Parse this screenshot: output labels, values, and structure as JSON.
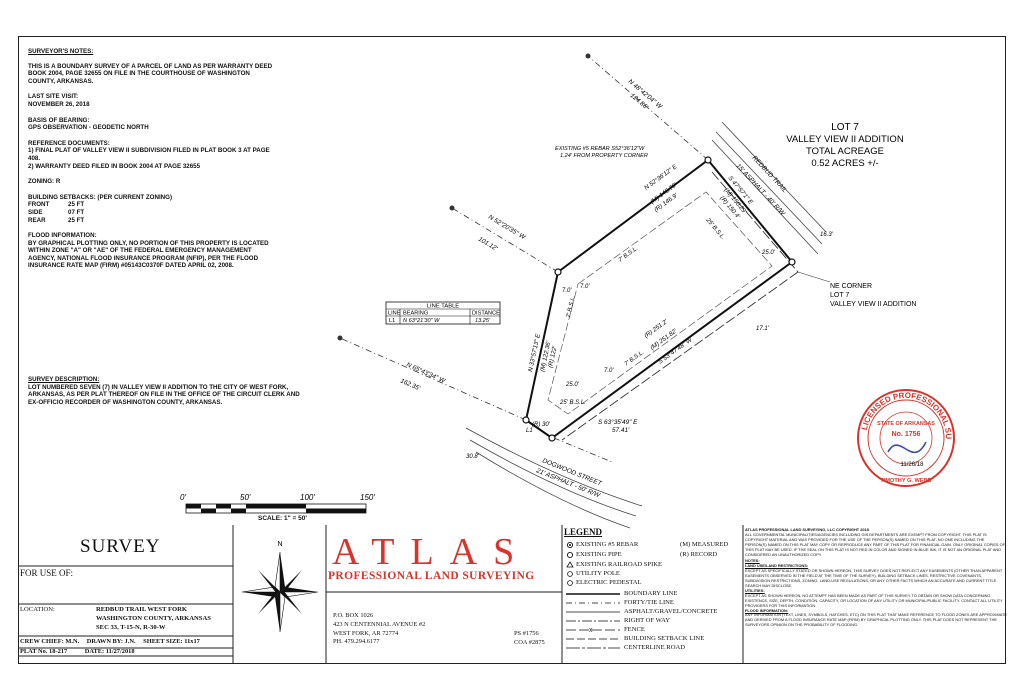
{
  "notes": {
    "header": "SURVEYOR'S NOTES:",
    "intro": "THIS IS A BOUNDARY SURVEY OF A PARCEL OF LAND AS PER WARRANTY DEED BOOK 2004, PAGE 32655 ON FILE IN THE COURTHOUSE OF WASHINGTON COUNTY, ARKANSAS.",
    "last_visit_label": "LAST SITE VISIT:",
    "last_visit_date": "NOVEMBER 26, 2018",
    "bearing_label": "BASIS OF BEARING:",
    "bearing_value": "GPS OBSERVATION - GEODETIC NORTH",
    "refs_label": "REFERENCE DOCUMENTS:",
    "ref1": "1) FINAL PLAT OF VALLEY VIEW II SUBDIVISION FILED IN PLAT BOOK 3 AT PAGE 408.",
    "ref2": "2) WARRANTY DEED FILED IN BOOK 2004 AT PAGE 32655",
    "zoning": "ZONING: R",
    "setbacks_label": "BUILDING SETBACKS: (PER CURRENT ZONING)",
    "setbacks": [
      {
        "k": "FRONT",
        "v": "25 FT"
      },
      {
        "k": "SIDE",
        "v": "07 FT"
      },
      {
        "k": "REAR",
        "v": "25 FT"
      }
    ],
    "flood_label": "FLOOD INFORMATION:",
    "flood_text": "BY GRAPHICAL PLOTTING ONLY, NO PORTION OF THIS PROPERTY IS LOCATED WITHIN ZONE \"A\" OR \"AE\" OF THE FEDERAL EMERGENCY MANAGEMENT AGENCY, NATIONAL FLOOD INSURANCE PROGRAM (NFIP), PER THE FLOOD INSURANCE RATE MAP (FIRM) #05143C0370F DATED APRIL 02, 2008.",
    "desc_label": "SURVEY DESCRIPTION:",
    "desc_text": "LOT NUMBERED SEVEN (7) IN VALLEY VIEW II ADDITION TO THE CITY OF WEST FORK, ARKANSAS, AS PER PLAT THEREOF ON FILE IN THE OFFICE OF THE CIRCUIT CLERK AND EX-OFFICIO RECORDER OF WASHINGTON COUNTY, ARKANSAS."
  },
  "plan": {
    "lot_title": "LOT 7",
    "lot_sub": "VALLEY VIEW II ADDITION",
    "lot_acreage_label": "TOTAL ACREAGE",
    "lot_acreage": "0.52 ACRES +/-",
    "rebar_note_1": "EXISTING #5 REBAR S52°36'12\"W",
    "rebar_note_2": "1.24' FROM PROPERTY CORNER",
    "top_bearing": "N 48°42'04\" W",
    "top_dist": "124.86'",
    "nw_bearing": "N 52°20'35\" W",
    "nw_dist": "101.12'",
    "sw_bearing": "N 65°43'34\" W",
    "sw_dist": "162.35'",
    "north_edge": "N 52°36'12\" E",
    "north_m": "(M) 146.70'",
    "north_r": "(R) 146.9'",
    "east_edge": "S 47°57'1\" E",
    "east_m": "(M) 150.29'",
    "east_r": "(R) 150.4'",
    "south_edge": "S 53°47'48\" W",
    "south_r": "(R) 251.2'",
    "south_m": "(M) 251.82'",
    "west_edge": "N 33°57'13\" E",
    "west_m": "(M) 122.36'",
    "west_r": "(R) 122'",
    "bsl": "25' B.S.L.",
    "bsl7": "7' B.S.L.",
    "d25": "25.0'",
    "d7": "7.0'",
    "d163": "16.3'",
    "d171": "17.1'",
    "d308": "30.8'",
    "road_redbud": "REDBUD TRAIL",
    "road_redbud_sub": "15' ASPHALT - 40' R/W",
    "road_dogwood": "DOGWOOD STREET",
    "road_dogwood_sub": "21' ASPHALT - 50' R/W",
    "ne_corner_1": "NE CORNER",
    "ne_corner_2": "LOT 7",
    "ne_corner_3": "VALLEY VIEW II ADDITION",
    "se_bearing": "S 63°35'49\" E",
    "se_dist": "57.41'",
    "curve_r": "(R) 30'",
    "curve_l": "L1",
    "line_table_title": "LINE TABLE",
    "line_table_headers": [
      "LINE",
      "BEARING",
      "DISTANCE"
    ],
    "line_table_row": [
      "L1",
      "N 63°21'30\" W",
      "13.25'"
    ],
    "scale_ticks": [
      "0'",
      "50'",
      "100'",
      "150'"
    ],
    "scale_label": "SCALE: 1\" = 50'",
    "seal_line1": "LICENSED PROFESSIONAL SURVEYOR",
    "seal_state": "STATE OF ARKANSAS",
    "seal_no": "No. 1756",
    "seal_date": "11/26/18",
    "seal_name": "TIMOTHY G. WEBB",
    "north_letter": "N"
  },
  "title_block": {
    "survey": "SURVEY",
    "for_use": "FOR USE OF:",
    "location_label": "LOCATION:",
    "location_lines": [
      "REDBUD TRAIL WEST FORK",
      "WASHINGTON COUNTY, ARKANSAS",
      "SEC 33, T-15-N, R-30-W"
    ],
    "crew_chief": "CREW CHIEF: M.N.",
    "drawn_by": "DRAWN BY: J.N.",
    "sheet_size": "SHEET SIZE: 11x17",
    "plat_no": "PLAT No. 18-217",
    "date": "DATE: 11/27/2018",
    "company": "ATLAS",
    "company_sub": "PROFESSIONAL LAND SURVEYING",
    "address": [
      "P.O. BOX 1026",
      "423 N CENTENNIAL AVENUE #2",
      "WEST FORK, AR 72774",
      "PH. 479.294.6177"
    ],
    "ps": "PS   #1756",
    "coa": "COA  #2875"
  },
  "legend": {
    "title": "LEGEND",
    "items": [
      "EXISTING #5 REBAR",
      "EXISTING PIPE",
      "EXISTING RAILROAD SPIKE",
      "UTILITY POLE",
      "ELECTRIC PEDESTAL"
    ],
    "measured": "(M) MEASURED",
    "record": "(R) RECORD",
    "lines": [
      "BOUNDARY LINE",
      "FORTY/TIE LINE",
      "ASPHALT/GRAVEL/CONCRETE",
      "RIGHT OF WAY",
      "FENCE",
      "BUILDING SETBACK LINE",
      "CENTERLINE ROAD"
    ]
  },
  "copyright": {
    "title": "ATLAS PROFESSIONAL LAND SURVEYING, LLC COPYRIGHT 2018",
    "body": "ALL GOVERNMENTAL MUNICIPALITIES/AGENCIES INCLUDING GIS DEPARTMENTS ARE EXEMPT FROM COPYRIGHT. THIS PLAT IS COPYRIGHT MATERIAL AND WAS PROVIDED FOR THE USE OF THE PERSON(S) NAMED ON THIS PLAT. NO ONE INCLUDING THE PERSON(S) NAMED ON THIS PLAT MAY COPY OR REPRODUCE ANY PART OF THIS PLAT FOR FINANCIAL GAIN. ONLY ORIGINAL COPIES OF THIS PLAT MAY BE USED. IF THE SEAL ON THIS PLAT IS NOT RED IN COLOR AND SIGNED IN BLUE INK, IT IS NOT AN ORIGINAL PLAT AND CONSIDERED AN UNAUTHORIZED COPY.",
    "notes_label": "NOTES:",
    "land_use": "LAND USE/LAND RESTRICTIONS:",
    "land_use_text": "EXCEPT AS SPECIFICALLY STATED OR SHOWN HEREON, THIS SURVEY DOES NOT REFLECT ANY EASEMENTS (OTHER THAN APPARENT EASEMENTS OBSERVED IN THE FIELD AT THE TIME OF THE SURVEY), BUILDING SETBACK LINES, RESTRICTIVE COVENANTS, SUBDIVISION RESTRICTIONS, ZONING, LAND-USE REGULATIONS, OR ANY OTHER FACTS WHICH AN ACCURATE AND CURRENT TITLE SEARCH MAY DISCLOSE.",
    "utilities": "UTILITIES:",
    "utilities_text": "EXCEPT AS SHOWN HEREON, NO ATTEMPT HAS BEEN MADE AS PART OF THIS SURVEY TO OBTAIN OR SHOW DATA CONCERNING EXISTENCE, SIZE, DEPTH, CONDITION, CAPACITY, OR LOCATION OF ANY UTILITY OR MUNICIPAL/PUBLIC FACILITY. CONTACT ALL UTILITY PROVIDERS FOR THIS INFORMATION.",
    "flood": "FLOOD INFORMATION:",
    "flood_text": "ANY INFORMATION (TEXT, LINES, SYMBOLS, HATCHES, ETC) ON THIS PLAT THAT MAKE REFERENCE TO FLOOD ZONES ARE APPROXIMATE AND DERIVED FROM A FLOOD INSURANCE RATE MAP (FIRM) BY GRAPHICAL PLOTTING ONLY. THIS PLAT DOES NOT REPRESENT THE SURVEYORS OPINION ON THE PROBABILITY OF FLOODING."
  }
}
